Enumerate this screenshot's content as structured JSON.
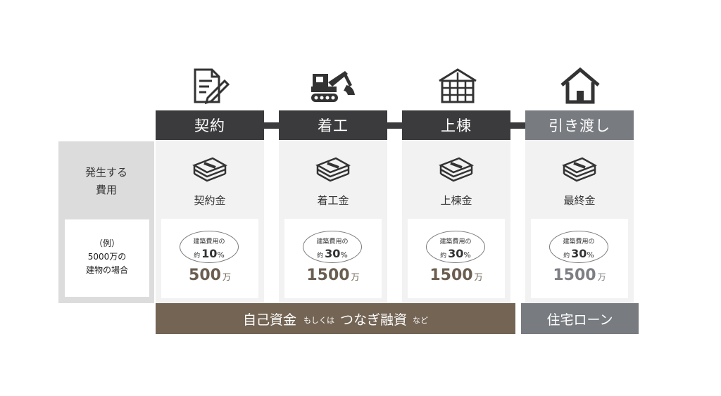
{
  "colors": {
    "dark": "#3b3b3d",
    "gray": "#787b80",
    "brown": "#736454",
    "brown_text": "#6b5e51",
    "gray_text": "#7d7f84"
  },
  "row_label": {
    "cost_line1": "発生する",
    "cost_line2": "費用",
    "example_line1": "（例）",
    "example_line2": "5000万の",
    "example_line3": "建物の場合"
  },
  "stages": [
    {
      "icon": "contract-document-icon",
      "title": "契約",
      "payment_label": "契約金",
      "basis": "建築費用の",
      "prefix": "約",
      "percent": "10",
      "percent_unit": "%",
      "amount": "500",
      "amount_unit": "万"
    },
    {
      "icon": "excavator-icon",
      "title": "着工",
      "payment_label": "着工金",
      "basis": "建築費用の",
      "prefix": "約",
      "percent": "30",
      "percent_unit": "%",
      "amount": "1500",
      "amount_unit": "万"
    },
    {
      "icon": "house-frame-icon",
      "title": "上棟",
      "payment_label": "上棟金",
      "basis": "建築費用の",
      "prefix": "約",
      "percent": "30",
      "percent_unit": "%",
      "amount": "1500",
      "amount_unit": "万"
    },
    {
      "icon": "house-icon",
      "title": "引き渡し",
      "payment_label": "最終金",
      "basis": "建築費用の",
      "prefix": "約",
      "percent": "30",
      "percent_unit": "%",
      "amount": "1500",
      "amount_unit": "万"
    }
  ],
  "funding": {
    "self_funds": "自己資金",
    "or": "もしくは",
    "bridge_loan": "つなぎ融資",
    "etc": "など",
    "mortgage": "住宅ローン"
  }
}
